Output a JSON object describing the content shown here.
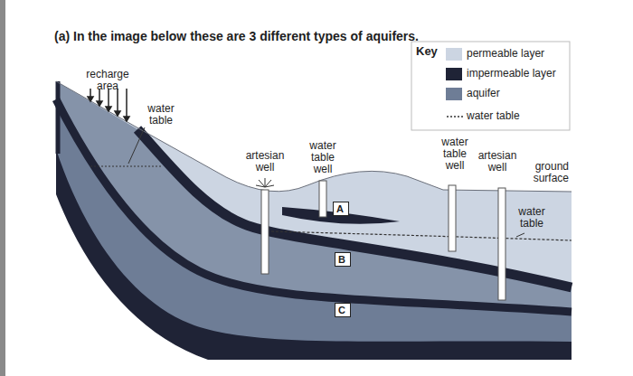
{
  "diagram": {
    "title": "(a) In the image below these are 3 different types of aquifers.",
    "nodes": [
      {
        "text": [
          "A"
        ]
      },
      {
        "text": [
          "B"
        ]
      },
      {
        "text": [
          "C"
        ]
      }
    ],
    "labels": [
      "recharge area",
      "water table",
      "artesian well",
      "water table well",
      "water table well",
      "artesian well",
      "ground surface",
      "water table",
      "Key"
    ],
    "legend": [
      {
        "text": "permeable layer",
        "color": "#ccd5e2"
      },
      {
        "text": "impermeable layer",
        "color": "#1f2336"
      },
      {
        "text": "aquifer",
        "color": "#6e7d96"
      },
      {
        "text": "water table"
      }
    ]
  }
}
